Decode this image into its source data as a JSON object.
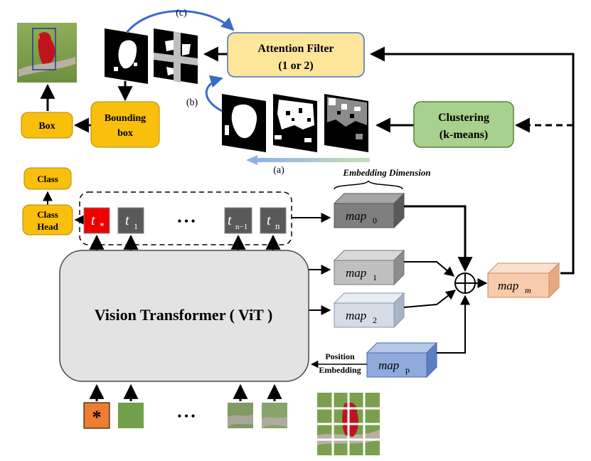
{
  "labels": {
    "attention_filter_line1": "Attention Filter",
    "attention_filter_line2": "(1 or 2)",
    "clustering_line1": "Clustering",
    "clustering_line2": "(k-means)",
    "bounding_box_line1": "Bounding",
    "bounding_box_line2": "box",
    "box": "Box",
    "class": "Class",
    "class_head_line1": "Class",
    "class_head_line2": "Head",
    "vit": "Vision Transformer ( ViT )",
    "embedding_dimension": "Embedding Dimension",
    "position_embedding_line1": "Position",
    "position_embedding_line2": "Embedding",
    "arrow_a": "(a)",
    "arrow_b": "(b)",
    "arrow_c": "(c)",
    "ellipsis": "• • •"
  },
  "tokens": {
    "cls": {
      "base": "t",
      "sub": "*"
    },
    "t1": {
      "base": "t",
      "sub": "1"
    },
    "tn_minus_1": {
      "base": "t",
      "sub": "n−1"
    },
    "tn": {
      "base": "t",
      "sub": "n"
    }
  },
  "maps": {
    "map0": {
      "base": "map",
      "sub": "0"
    },
    "map1": {
      "base": "map",
      "sub": "1"
    },
    "map2": {
      "base": "map",
      "sub": "2"
    },
    "mapp": {
      "base": "map",
      "sub": "p"
    },
    "mapm": {
      "base": "map",
      "sub": "m"
    }
  },
  "colors": {
    "orange_box": "#f9bf0c",
    "attention_fill": "#fde59a",
    "clustering_fill": "#a9d18e",
    "clustering_stroke": "#548235",
    "vit_fill": "#e3e3e3",
    "token_gray": "#595959",
    "token_red": "#ee0000",
    "map0": "#7f7f7f",
    "map1": "#bfbfbf",
    "map2": "#d6dce5",
    "mapp": "#8faadc",
    "mapm": "#f8cbad",
    "cls_patch": "#ed7d31",
    "arrow_blue": "#4472c4"
  }
}
